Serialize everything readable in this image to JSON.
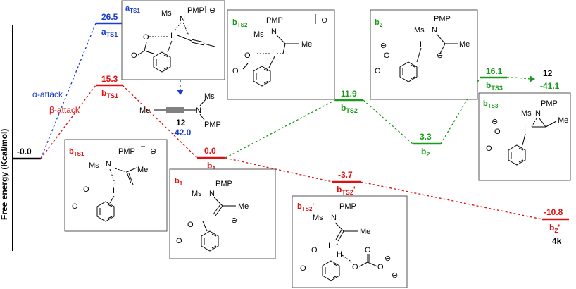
{
  "y_axis_label": "Free energy (Kcal/mol)",
  "colors": {
    "blue": "#1a3ec8",
    "red": "#e01010",
    "green": "#1a9a1a",
    "black": "#000000"
  },
  "levels": {
    "start": {
      "value": "-0.0"
    },
    "aTS1": {
      "value": "26.5",
      "label_main": "a",
      "label_sub": "TS1"
    },
    "bTS1": {
      "value": "15.3",
      "label_main": "b",
      "label_sub": "TS1"
    },
    "b1": {
      "value": "0.0",
      "label_main": "b",
      "label_sub": "1"
    },
    "bTS2": {
      "value": "11.9",
      "label_main": "b",
      "label_sub": "TS2"
    },
    "b2": {
      "value": "3.3",
      "label_main": "b",
      "label_sub": "2"
    },
    "bTS3": {
      "value": "16.1",
      "label_main": "b",
      "label_sub": "TS3"
    },
    "bTS2p": {
      "value": "-3.7",
      "label_main": "b",
      "label_sub": "TS2",
      "label_prime": "'"
    },
    "b2p": {
      "value": "-10.8",
      "label_main": "b",
      "label_sub": "2",
      "label_prime": "'"
    }
  },
  "paths": {
    "alpha": "α-attack",
    "beta": "β-attack"
  },
  "product12_top": {
    "name": "12",
    "value": "-41.1"
  },
  "product12_mid": {
    "name": "12",
    "value": "-42.0"
  },
  "product_4k": "4k",
  "boxes": {
    "aTS1": {
      "title_main": "a",
      "title_sub": "TS1"
    },
    "bTS1": {
      "title_main": "b",
      "title_sub": "TS1"
    },
    "bTS2": {
      "title_main": "b",
      "title_sub": "TS2"
    },
    "b2": {
      "title_main": "b",
      "title_sub": "2"
    },
    "bTS3": {
      "title_main": "b",
      "title_sub": "TS3"
    },
    "b1": {
      "title_main": "b",
      "title_sub": "1"
    },
    "bTS2p": {
      "title_main": "b",
      "title_sub": "TS2",
      "title_prime": "'"
    }
  },
  "chem": {
    "ms": "Ms",
    "pmp": "PMP",
    "n": "N",
    "i": "I",
    "o": "O",
    "me": "Me",
    "h": "H",
    "minus": "⊖",
    "minus_boxed": "⊖"
  }
}
